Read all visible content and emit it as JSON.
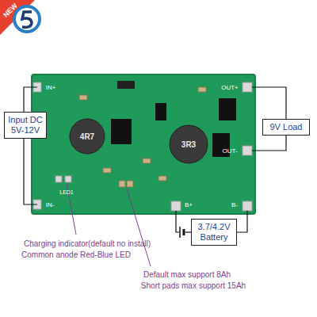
{
  "diagram": {
    "nodes": [
      {
        "text": [
          "Input DC 5V-12V"
        ]
      },
      {
        "text": [
          "9V Load"
        ]
      },
      {
        "text": [
          "3.7/4.2V Battery"
        ]
      }
    ],
    "labels": [
      "NEW",
      "IN+",
      "LED1",
      "IN-",
      "4R7",
      "3R3",
      "OUT+",
      "OUT-",
      "B+",
      "B-",
      "Charging indicator(default no install)",
      "Common anode Red-Blue LED",
      "Default max support 8Ah",
      "Short pads max support 15Ah"
    ]
  }
}
